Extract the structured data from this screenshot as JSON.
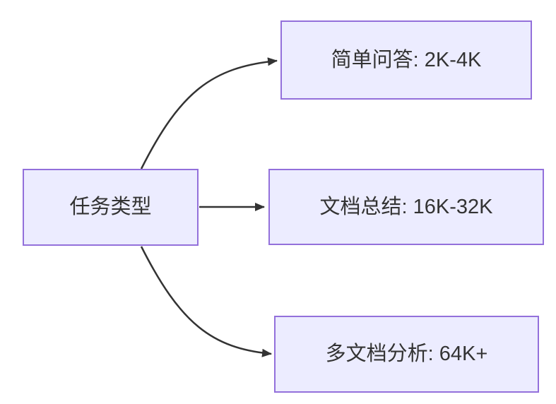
{
  "diagram": {
    "type": "flowchart-left-to-right",
    "root": {
      "label": "任务类型"
    },
    "nodes": [
      {
        "id": "simple-qa",
        "label": "简单问答: 2K-4K"
      },
      {
        "id": "doc-summary",
        "label": "文档总结: 16K-32K"
      },
      {
        "id": "multidoc-analysis",
        "label": "多文档分析: 64K+"
      }
    ],
    "edges": [
      {
        "from": "任务类型",
        "to": "简单问答: 2K-4K"
      },
      {
        "from": "任务类型",
        "to": "文档总结: 16K-32K"
      },
      {
        "from": "任务类型",
        "to": "多文档分析: 64K+"
      }
    ],
    "colors": {
      "node_fill": "#ECECFF",
      "node_border": "#9370DB",
      "arrow": "#333333",
      "text": "#333333",
      "background": "#FFFFFF"
    }
  }
}
